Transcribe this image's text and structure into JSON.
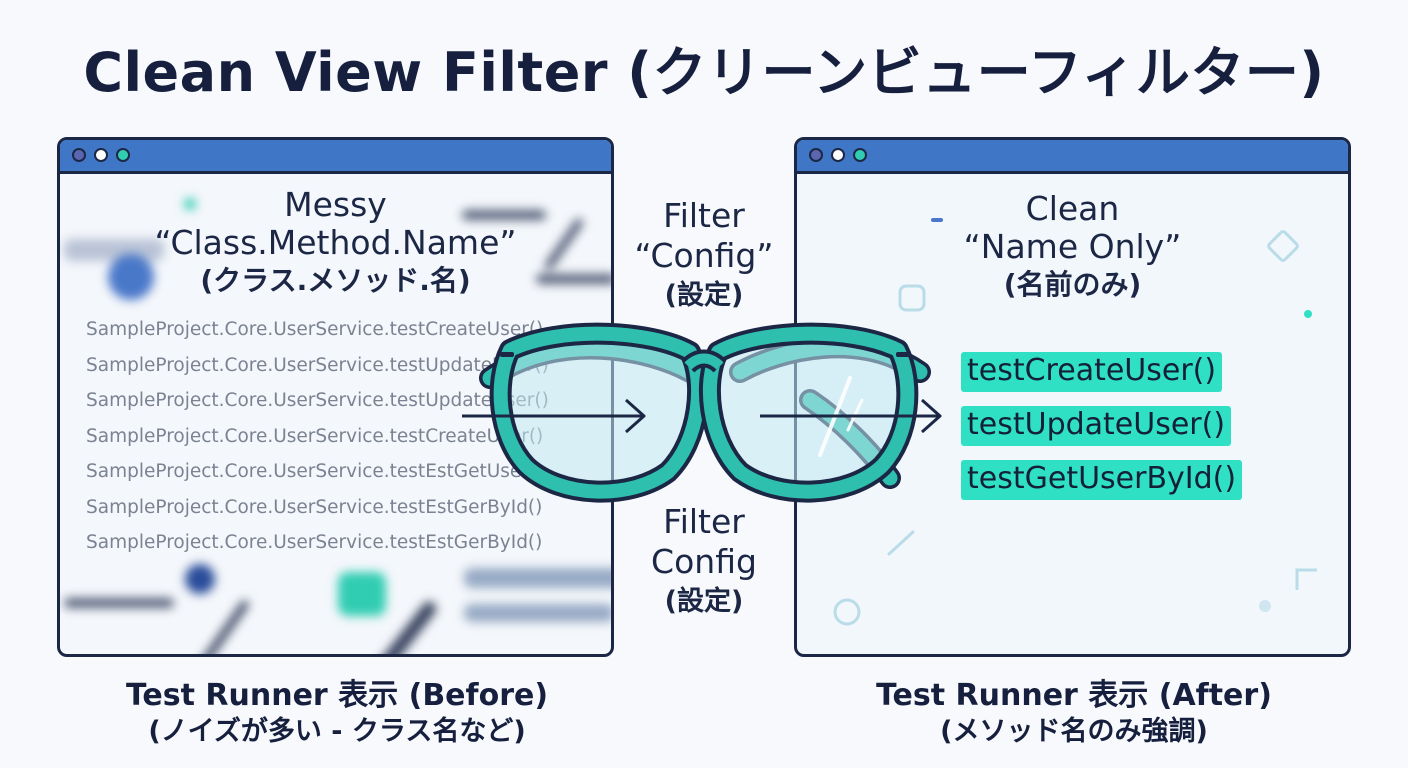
{
  "title": "Clean View Filter (クリーンビューフィルター)",
  "left_panel": {
    "heading_line1": "Messy",
    "heading_line2": "“Class.Method.Name”",
    "heading_jp": "(クラス.メソッド.名)",
    "lines": [
      "SampleProject.Core.UserService.testCreateUser()",
      "SampleProject.Core.UserService.testUpdateUser()",
      "SampleProject.Core.UserService.testUpdateUser()",
      "SampleProject.Core.UserService.testCreateUser()",
      "SampleProject.Core.UserService.testEstGetUser()",
      "SampleProject.Core.UserService.testEstGerById()",
      "SampleProject.Core.UserService.testEstGerById()"
    ],
    "caption_line1": "Test Runner 表示 (Before)",
    "caption_line2": "(ノイズが多い - クラス名など)"
  },
  "middle": {
    "top_line1": "Filter",
    "top_line2": "“Config”",
    "top_jp": "(設定)",
    "bottom_line1": "Filter",
    "bottom_line2": "Config",
    "bottom_jp": "(設定)"
  },
  "right_panel": {
    "heading_line1": "Clean",
    "heading_line2": "“Name Only”",
    "heading_jp": "(名前のみ)",
    "methods": [
      "testCreateUser()",
      "testUpdateUser()",
      "testGetUserById()"
    ],
    "caption_line1": "Test Runner 表示 (After)",
    "caption_line2": "(メソッド名のみ強調)"
  },
  "colors": {
    "titlebar": "#4076c6",
    "highlight": "#2fe0c4",
    "glasses_frame": "#2fbfae",
    "outline": "#1c2745"
  }
}
